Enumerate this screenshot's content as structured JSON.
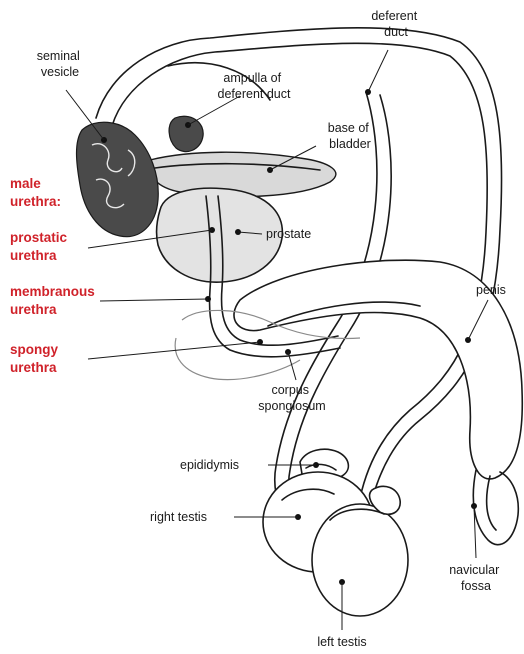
{
  "diagram": {
    "labels": {
      "seminal_vesicle": [
        "seminal",
        "vesicle"
      ],
      "deferent_duct": [
        "deferent",
        "duct"
      ],
      "ampulla": [
        "ampulla of",
        "deferent duct"
      ],
      "base_of_bladder": [
        "base of",
        "bladder"
      ],
      "prostate": "prostate",
      "penis": "penis",
      "corpus_spongiosum": [
        "corpus",
        "spongiosum"
      ],
      "epididymis": "epididymis",
      "right_testis": "right testis",
      "navicular_fossa": [
        "navicular",
        "fossa"
      ],
      "left_testis": "left testis"
    },
    "urethra_labels": {
      "male_urethra": [
        "male",
        "urethra:"
      ],
      "prostatic_urethra": [
        "prostatic",
        "urethra"
      ],
      "membranous_urethra": [
        "membranous",
        "urethra"
      ],
      "spongy_urethra": [
        "spongy",
        "urethra"
      ]
    },
    "colors": {
      "highlight": "#d0222a",
      "ink": "#1a1a1a",
      "tissue": "#d9d9d9"
    }
  }
}
